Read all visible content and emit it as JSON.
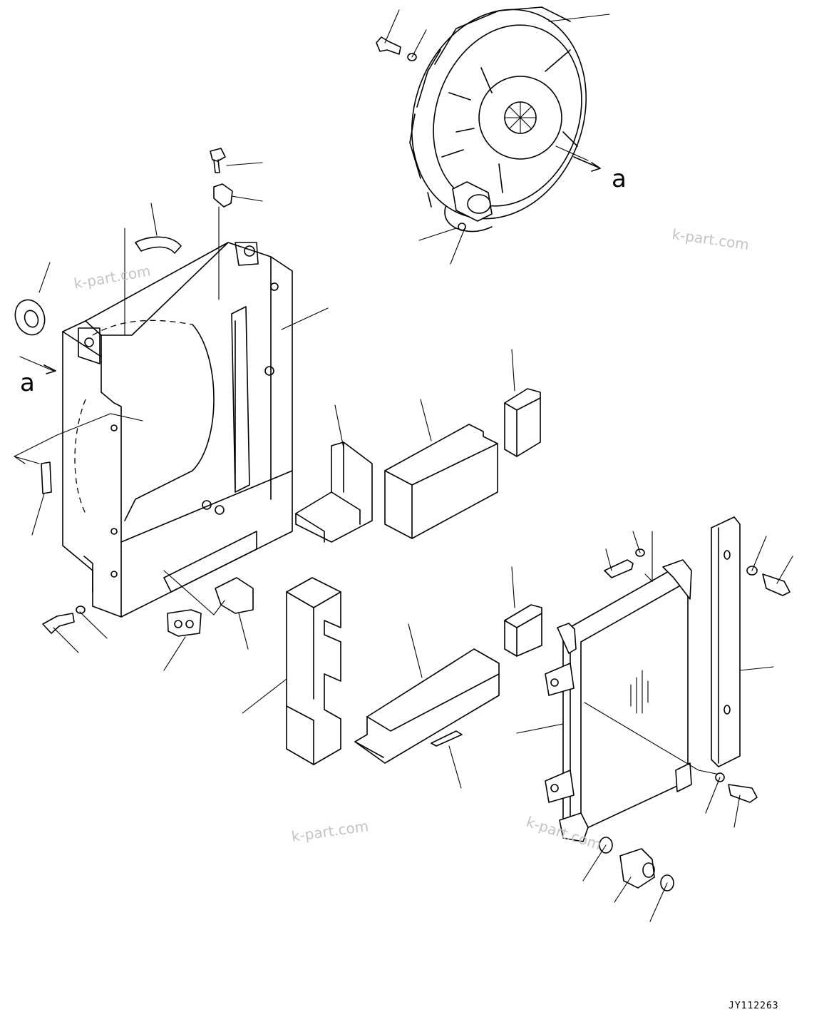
{
  "diagram": {
    "view_labels": [
      "a",
      "a"
    ],
    "watermarks": [
      "k-part.com",
      "k-part.com",
      "k-part.com",
      "k-part.com"
    ],
    "drawing_code": "JY112263"
  }
}
